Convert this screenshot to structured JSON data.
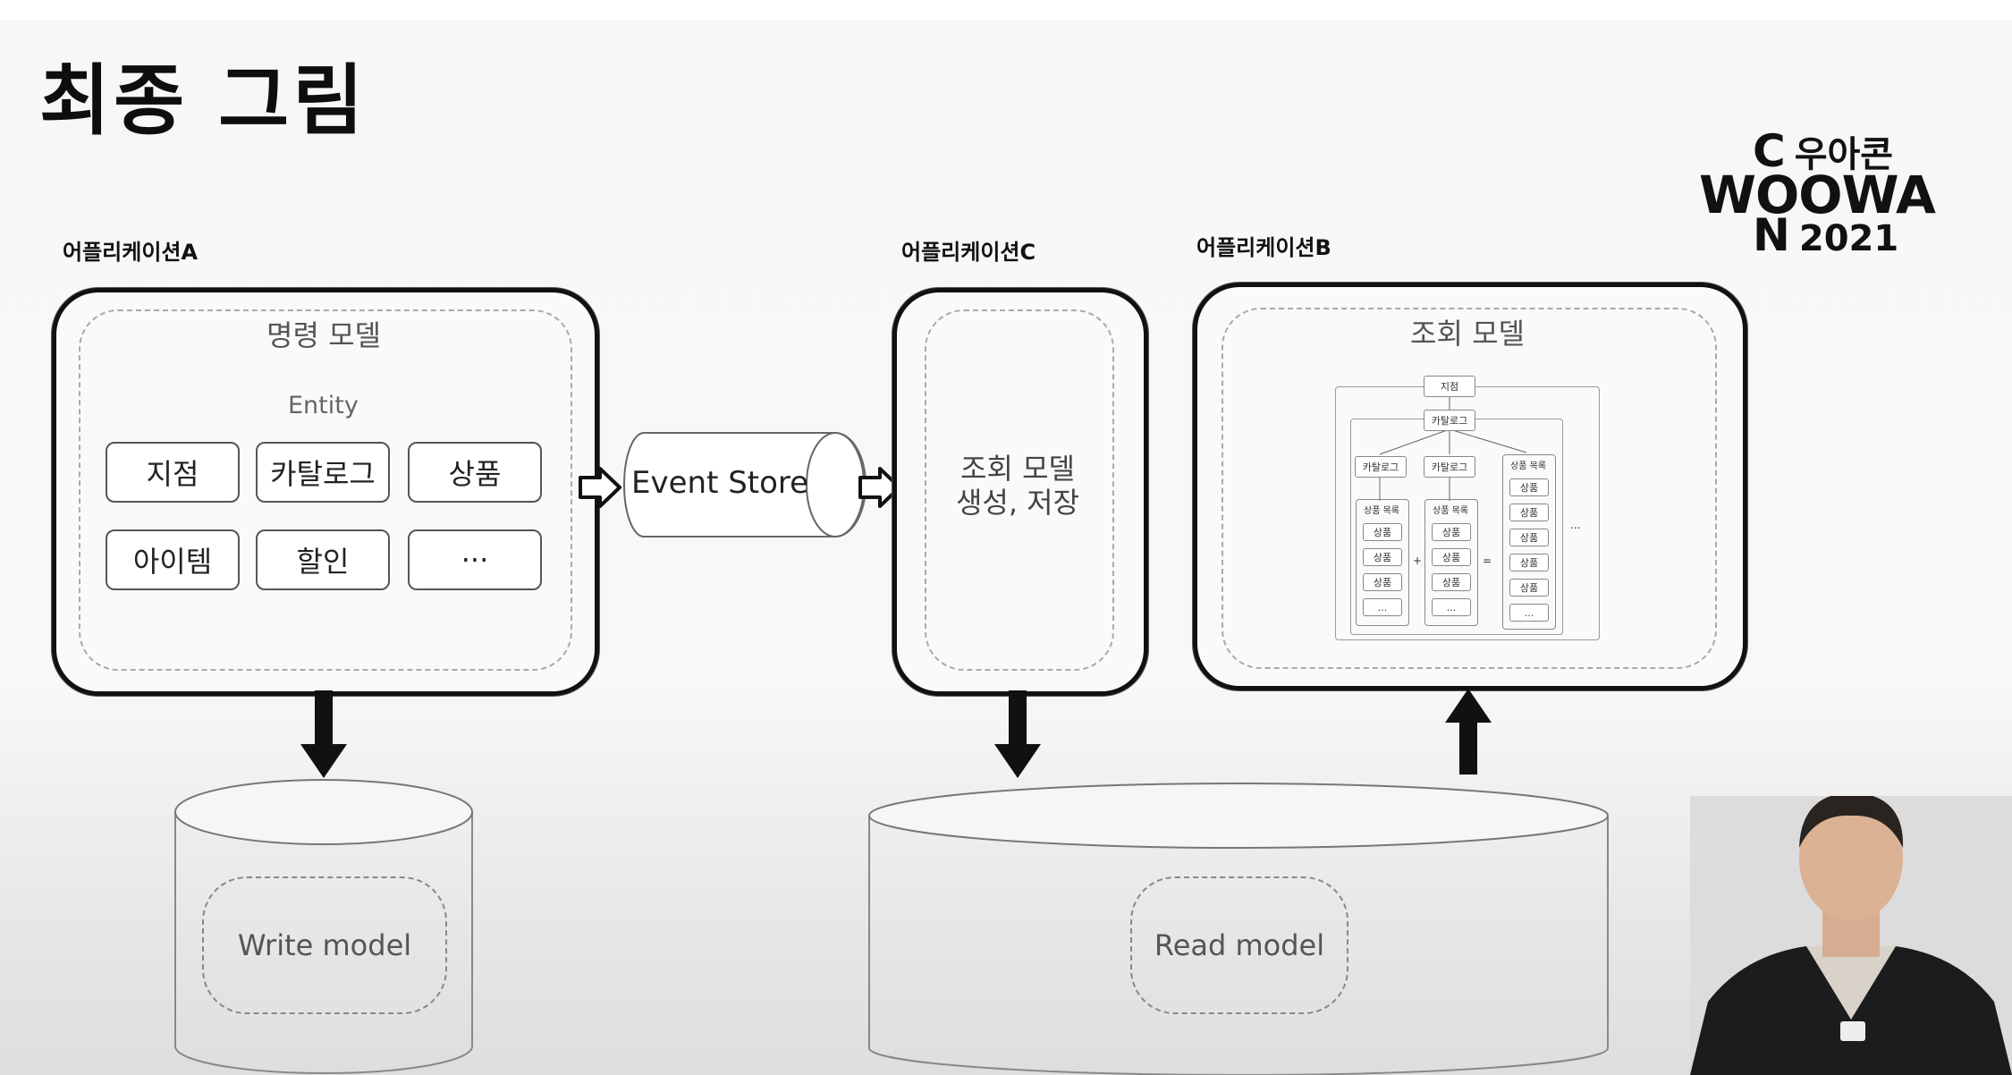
{
  "slide": {
    "title": "최종 그림"
  },
  "logo": {
    "line1_prefix": "C",
    "line1_text": "우아콘",
    "line2_text": "WOOWA",
    "line3_prefix": "N",
    "line3_text": "2021"
  },
  "app_a": {
    "label": "어플리케이션A",
    "title": "명령 모델",
    "entity_label": "Entity",
    "entities": [
      "지점",
      "카탈로그",
      "상품",
      "아이템",
      "할인",
      "···"
    ]
  },
  "event_store": {
    "label": "Event Store"
  },
  "app_c": {
    "label": "어플리케이션C",
    "text_line1": "조회 모델",
    "text_line2": "생성, 저장"
  },
  "app_b": {
    "label": "어플리케이션B",
    "title": "조회 모델",
    "mini": {
      "root": "지점",
      "catalog": "카탈로그",
      "left_catalog": "카탈로그",
      "mid_catalog": "카탈로그",
      "product_list": "상품 목록",
      "product": "상품",
      "ellipsis": "...",
      "plus": "+",
      "equals": "=",
      "side_ellipsis": "..."
    }
  },
  "write_db": {
    "label": "Write model"
  },
  "read_db": {
    "label": "Read model"
  }
}
